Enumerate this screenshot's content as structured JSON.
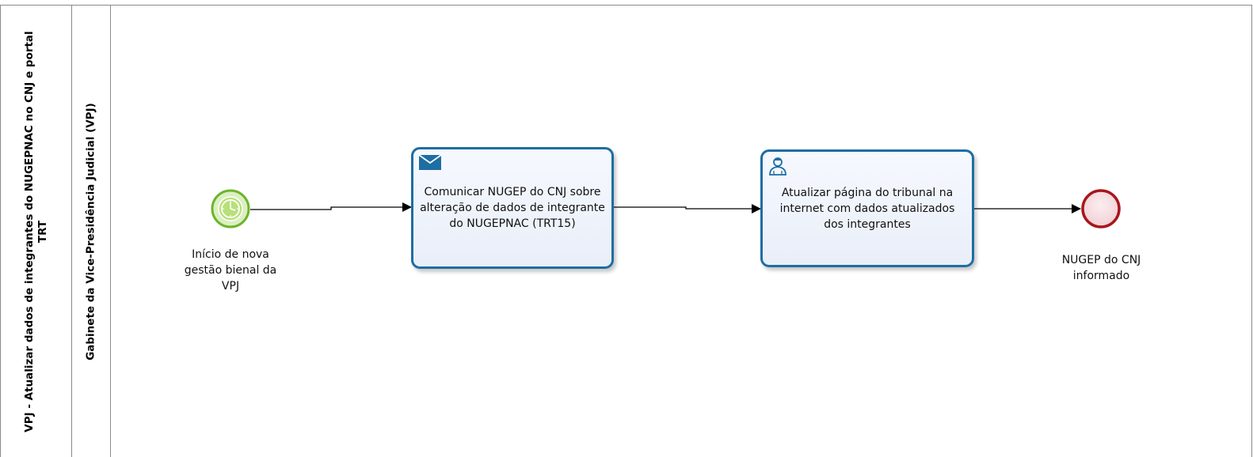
{
  "pool": {
    "title": "VPJ - Atualizar dados de integrantes do NUGEPNAC no CNJ e portal TRT"
  },
  "lane": {
    "title": "Gabinete da Vice-Presidência Judicial (VPJ)"
  },
  "start_event": {
    "label": "Início de nova gestão bienal da VPJ",
    "type": "timer",
    "icon": "clock-icon"
  },
  "tasks": [
    {
      "label": "Comunicar NUGEP do CNJ sobre alteração de dados de integrante do NUGEPNAC (TRT15)",
      "type": "send",
      "icon": "envelope-icon"
    },
    {
      "label": "Atualizar página do tribunal na internet com dados atualizados dos integrantes",
      "type": "user",
      "icon": "user-icon"
    }
  ],
  "end_event": {
    "label": "NUGEP do CNJ informado"
  },
  "colors": {
    "task_border": "#1d6ea3",
    "start_border": "#6cb52b",
    "start_fill": "#b8e07a",
    "end_border": "#a8161b",
    "end_fill": "#f7dfe2",
    "lane_border": "#8a8a8a"
  }
}
